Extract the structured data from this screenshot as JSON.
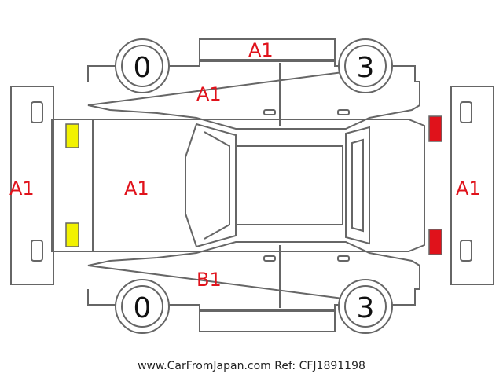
{
  "codes": {
    "left_bumper": "A1",
    "hood": "A1",
    "roof_top_edge": "A1",
    "left_front_door": "A1",
    "right_front_door": "B1",
    "rear_bumper": "A1"
  },
  "tire_marks": {
    "front_left": "0",
    "rear_left": "3",
    "front_right": "0",
    "rear_right": "3"
  },
  "lights": {
    "front_color": "#f2f200",
    "rear_color": "#e0121b"
  },
  "footer": "www.CarFromJapan.com Ref: CFJ1891198"
}
